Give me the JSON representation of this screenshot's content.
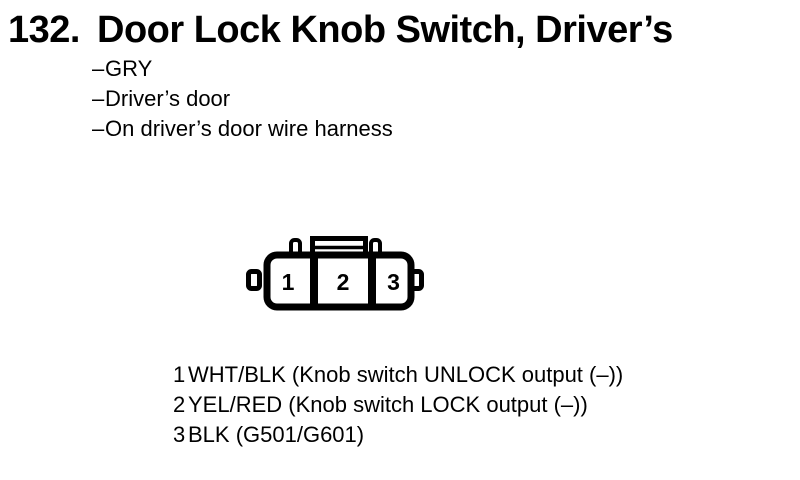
{
  "colors": {
    "ink": "#000000",
    "background": "#ffffff"
  },
  "header": {
    "index": "132.",
    "title": "Door Lock Knob Switch, Driver’s"
  },
  "notes": {
    "dash": "–",
    "items": [
      "GRY",
      "Driver’s door",
      "On driver’s door wire harness"
    ]
  },
  "connector": {
    "pins": [
      "1",
      "2",
      "3"
    ]
  },
  "pin_list": [
    {
      "pin": "1",
      "desc": "WHT/BLK (Knob switch UNLOCK output (–))"
    },
    {
      "pin": "2",
      "desc": "YEL/RED (Knob switch LOCK output (–))"
    },
    {
      "pin": "3",
      "desc": "BLK (G501/G601)"
    }
  ]
}
